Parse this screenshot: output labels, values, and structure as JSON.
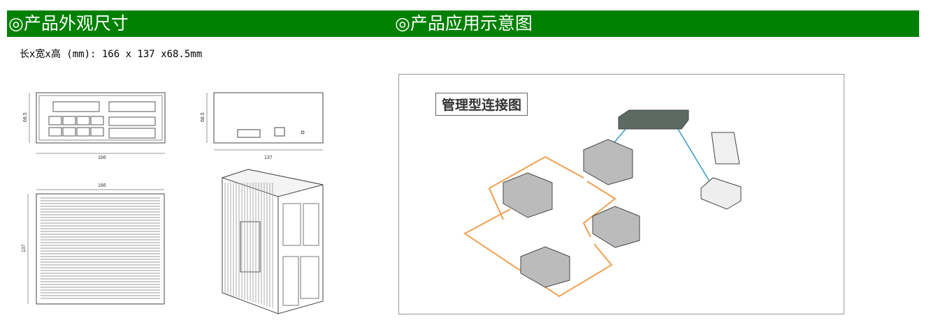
{
  "header": {
    "left_title": "◎产品外观尺寸",
    "right_title": "◎产品应用示意图"
  },
  "spec": "长x宽x高 (mm): 166 x 137 x68.5mm",
  "drawings": {
    "front": {
      "height": "68.5",
      "width": "166"
    },
    "side": {
      "height": "68.5",
      "width": "137"
    },
    "top": {
      "width": "166",
      "depth": "137"
    }
  },
  "diagram": {
    "title": "管理型连接图"
  },
  "colors": {
    "header": "#008000",
    "ring": "#f0a050",
    "link": "#3399cc"
  }
}
